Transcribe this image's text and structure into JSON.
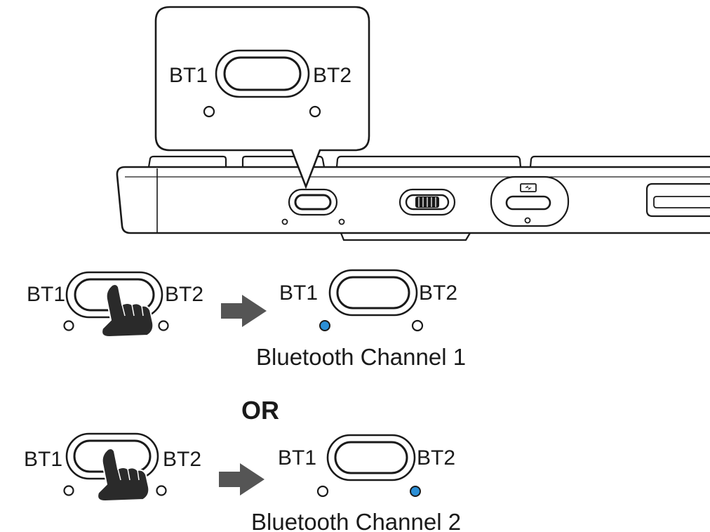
{
  "callout": {
    "left_label": "BT1",
    "right_label": "BT2"
  },
  "steps": [
    {
      "left_label": "BT1",
      "right_label": "BT2",
      "press_side": "left",
      "result": {
        "left_label": "BT1",
        "right_label": "BT2",
        "lit_led": "left",
        "caption": "Bluetooth Channel 1"
      }
    },
    {
      "left_label": "BT1",
      "right_label": "BT2",
      "press_side": "right",
      "result": {
        "left_label": "BT1",
        "right_label": "BT2",
        "lit_led": "right",
        "caption": "Bluetooth Channel 2"
      }
    }
  ],
  "separator": "OR",
  "colors": {
    "led_on": "#2b8fd6",
    "line": "#1a1a1a",
    "arrow": "#555555",
    "hand": "#2a2a2a"
  },
  "icons": [
    "pointing-hand-icon",
    "right-arrow-icon",
    "charging-icon"
  ]
}
